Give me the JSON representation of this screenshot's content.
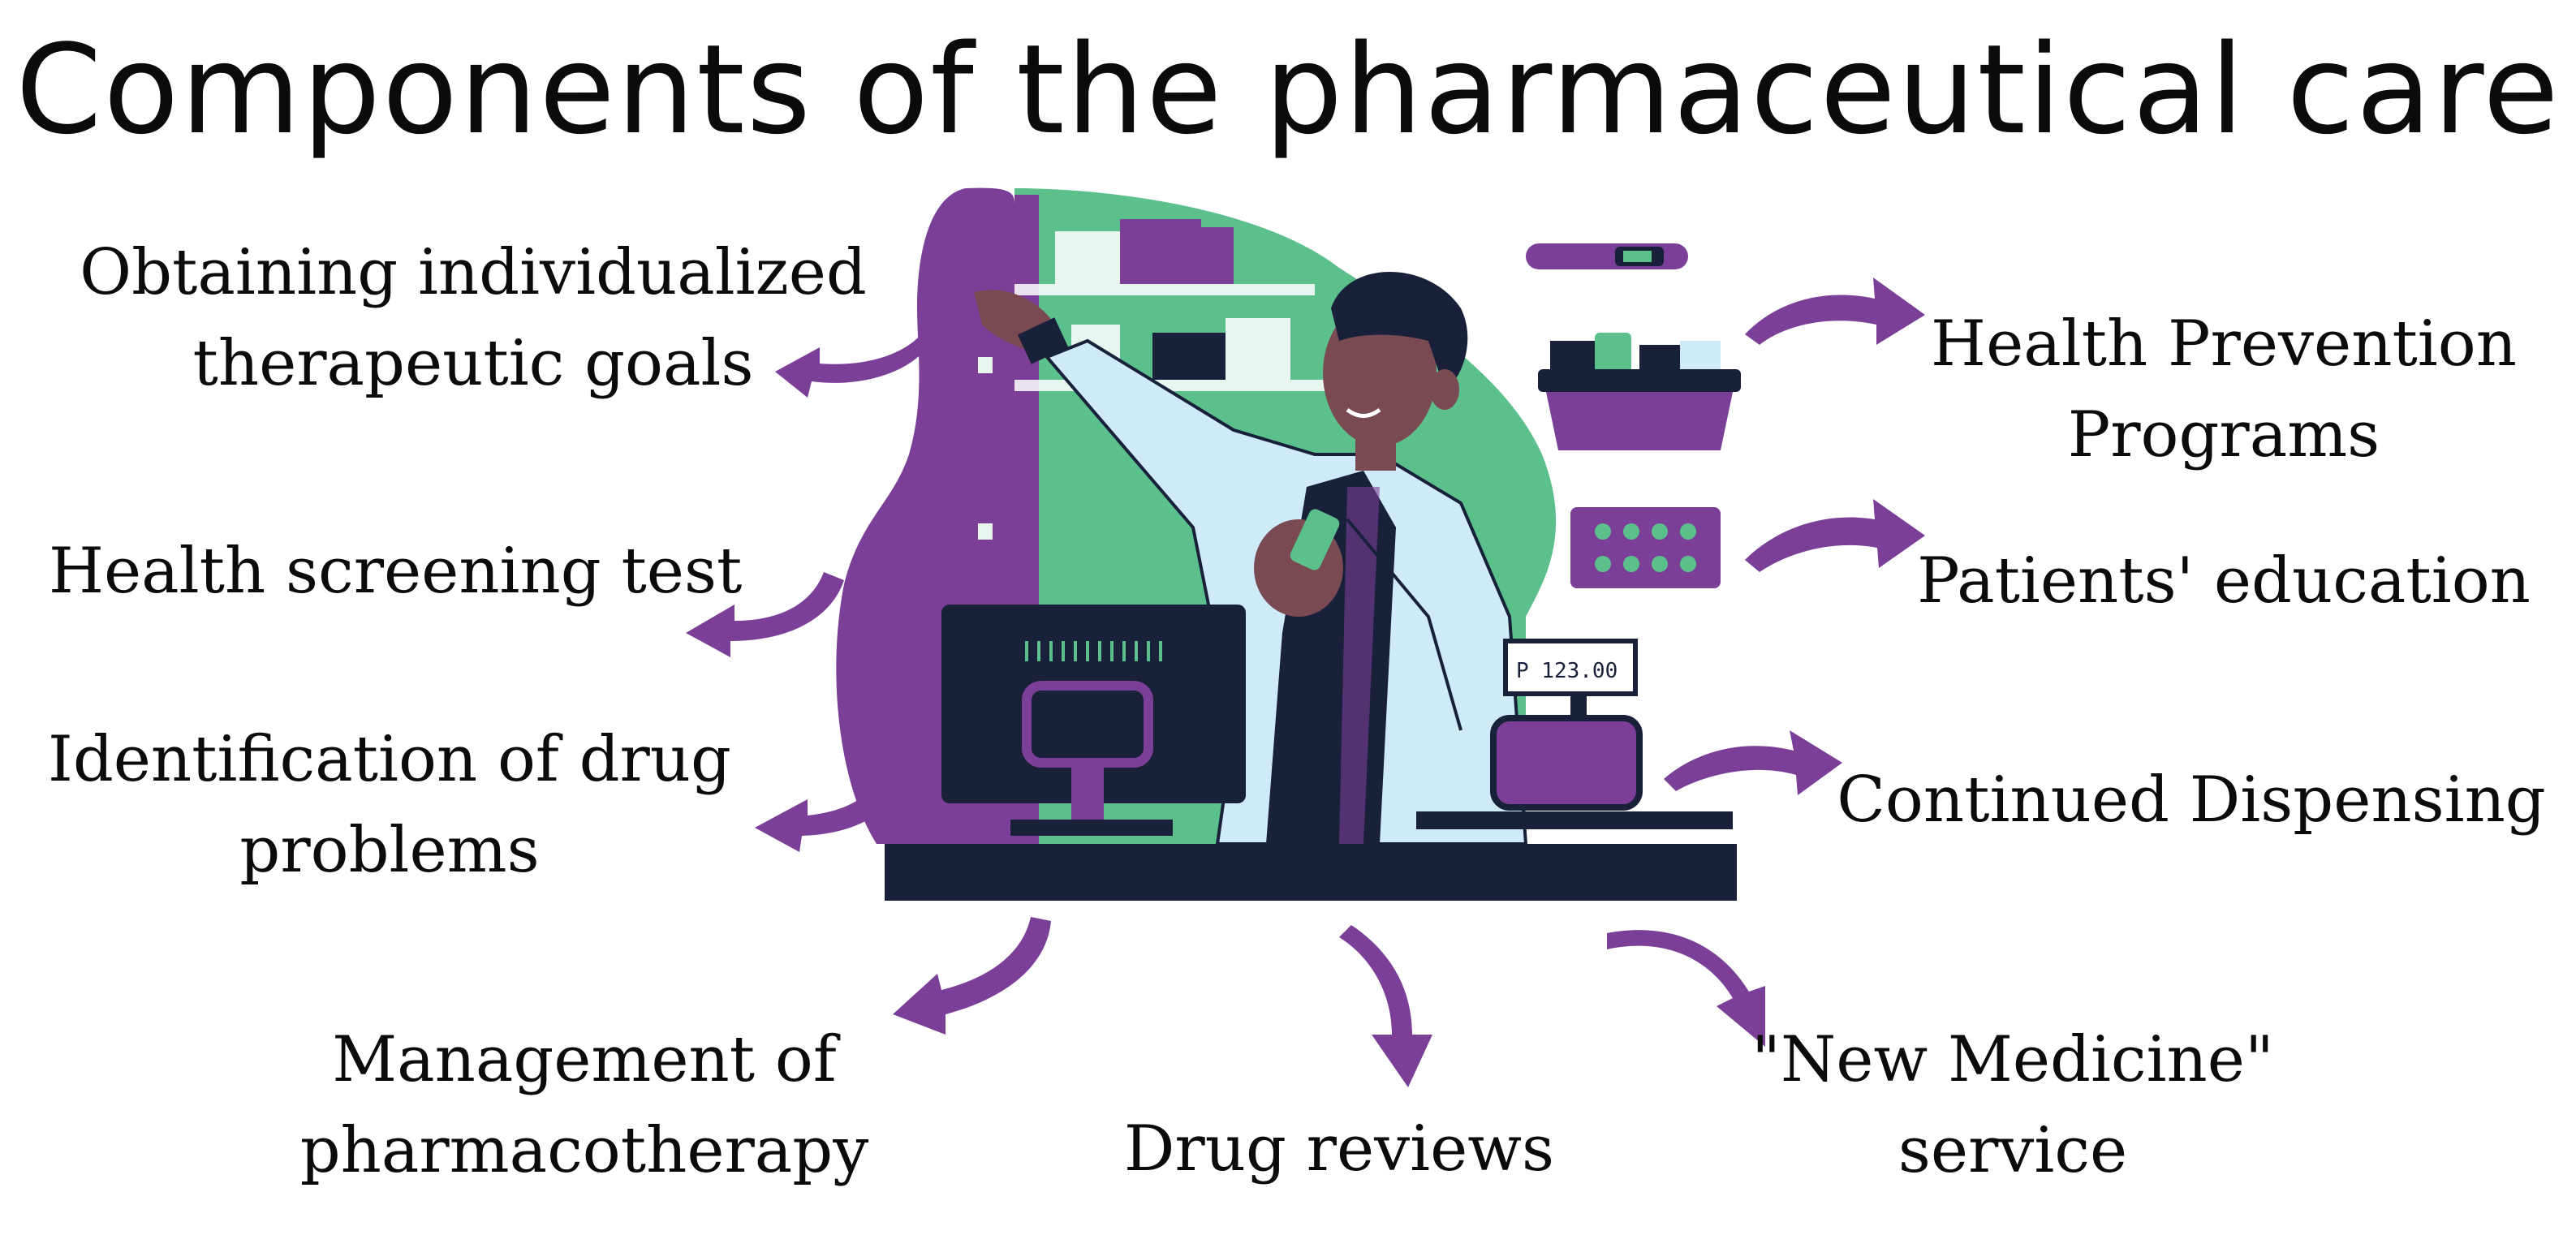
{
  "title": "Components of the pharmaceutical care",
  "labels": {
    "goals": [
      "Obtaining individualized",
      "therapeutic goals"
    ],
    "screening": [
      "Health screening test"
    ],
    "drug_problems": [
      "Identification of drug",
      "problems"
    ],
    "management": [
      "Management of",
      "pharmacotherapy"
    ],
    "reviews": [
      "Drug reviews"
    ],
    "new_medicine": [
      "\"New Medicine\"",
      "service"
    ],
    "dispensing": [
      "Continued Dispensing"
    ],
    "education": [
      "Patients' education"
    ],
    "prevention": [
      "Health Prevention",
      "Programs"
    ]
  },
  "register_display": "P 123.00",
  "colors": {
    "purple": "#7b3f98",
    "green": "#5cc08c",
    "navy": "#18203a",
    "skin": "#7a4a52",
    "coat": "#cfeaf8"
  },
  "icons": [
    "thermometer-icon",
    "basket-icon",
    "pill-blister-icon",
    "cash-register-icon",
    "computer-monitor-icon"
  ]
}
